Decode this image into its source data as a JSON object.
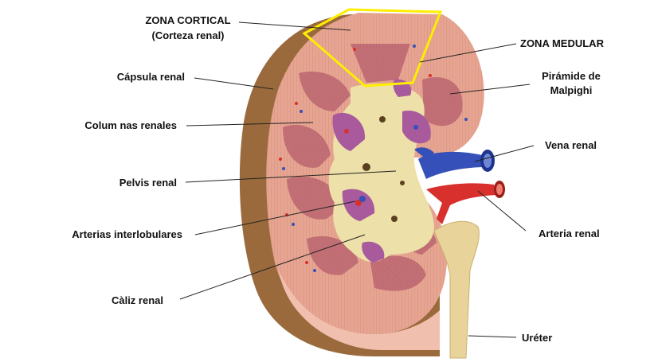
{
  "labels": {
    "zona_cortical": "ZONA CORTICAL",
    "corteza_renal": "(Corteza renal)",
    "zona_medular": "ZONA MEDULAR",
    "capsula_renal": "Cápsula renal",
    "piramide_line1": "Pirámide de",
    "piramide_line2": "Malpighi",
    "columnas_renales": "Colum nas renales",
    "vena_renal": "Vena renal",
    "pelvis_renal": "Pelvis renal",
    "arterias_interlobulares": "Arterias interlobulares",
    "arteria_renal": "Arteria renal",
    "caliz_renal": "Càliz renal",
    "ureter": "Uréter"
  },
  "colors": {
    "capsule": "#9a6a3c",
    "cortex": "#e6a592",
    "pyramid": "#c8767a",
    "pelvis": "#ede0a8",
    "calyx": "#a85a9c",
    "vein": "#3550b8",
    "artery": "#d8302c",
    "ureter": "#e8d49a",
    "highlight": "#ffee00"
  }
}
